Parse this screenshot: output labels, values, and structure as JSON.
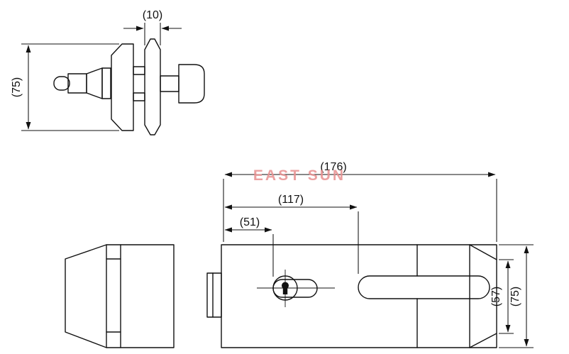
{
  "colors": {
    "ink": "#111111",
    "watermark": "#e89090",
    "background": "#ffffff"
  },
  "watermark": "EAST SUN",
  "side_view": {
    "dim_gap": "(10)",
    "dim_height": "(75)"
  },
  "plan_view": {
    "dim_length_overall": "(176)",
    "dim_length_to_slot": "(117)",
    "dim_length_to_keyhole": "(51)",
    "dim_width_inner": "(57)",
    "dim_width_overall": "(75)"
  }
}
